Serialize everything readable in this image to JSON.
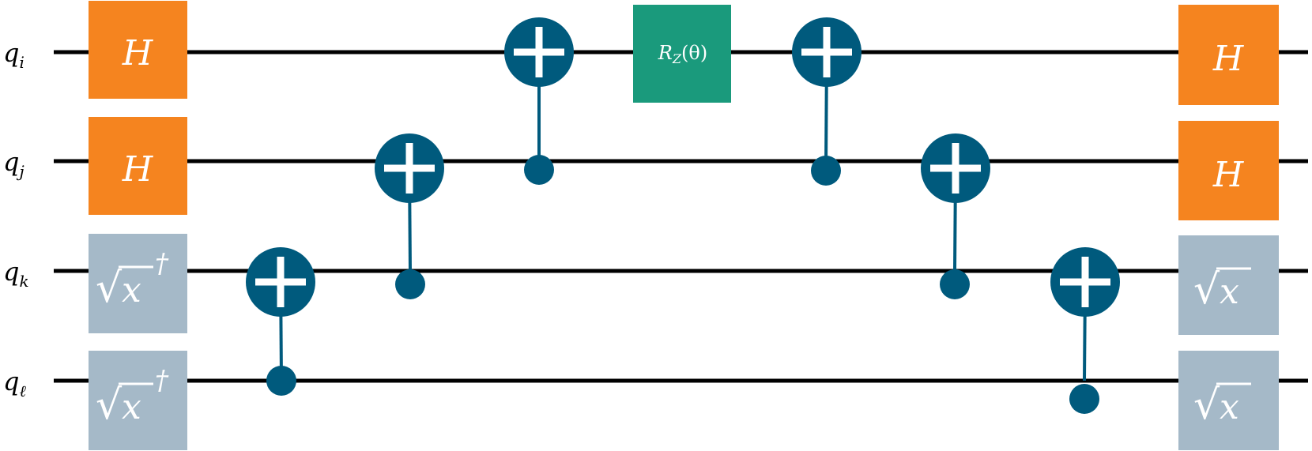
{
  "colors": {
    "wire": "#000000",
    "hadamard": "#f5841f",
    "sqrtx": "#a5b9c8",
    "rz": "#1a9a7c",
    "cnot": "#005a7d",
    "text_on_gate": "#ffffff"
  },
  "qubits": [
    {
      "id": "qi",
      "label_base": "q",
      "label_sub": "i"
    },
    {
      "id": "qj",
      "label_base": "q",
      "label_sub": "j"
    },
    {
      "id": "qk",
      "label_base": "q",
      "label_sub": "k"
    },
    {
      "id": "ql",
      "label_base": "q",
      "label_sub": "ℓ"
    }
  ],
  "gates": {
    "h_label": "H",
    "sqrtx_symbol": "√",
    "sqrtx_var": "x",
    "dagger": "†",
    "rz_base": "R",
    "rz_sub": "Z",
    "rz_arg": "(θ)"
  },
  "circuit": [
    {
      "type": "H",
      "qubit": 0,
      "column": "left"
    },
    {
      "type": "H",
      "qubit": 1,
      "column": "left"
    },
    {
      "type": "sqrtx_dagger",
      "qubit": 2,
      "column": "left"
    },
    {
      "type": "sqrtx_dagger",
      "qubit": 3,
      "column": "left"
    },
    {
      "type": "cnot",
      "control": 3,
      "target": 2
    },
    {
      "type": "cnot",
      "control": 2,
      "target": 1
    },
    {
      "type": "cnot",
      "control": 1,
      "target": 0
    },
    {
      "type": "rz",
      "qubit": 0
    },
    {
      "type": "cnot",
      "control": 1,
      "target": 0
    },
    {
      "type": "cnot",
      "control": 2,
      "target": 1
    },
    {
      "type": "cnot",
      "control": 3,
      "target": 2
    },
    {
      "type": "H",
      "qubit": 0,
      "column": "right"
    },
    {
      "type": "H",
      "qubit": 1,
      "column": "right"
    },
    {
      "type": "sqrtx",
      "qubit": 2,
      "column": "right"
    },
    {
      "type": "sqrtx",
      "qubit": 3,
      "column": "right"
    }
  ]
}
